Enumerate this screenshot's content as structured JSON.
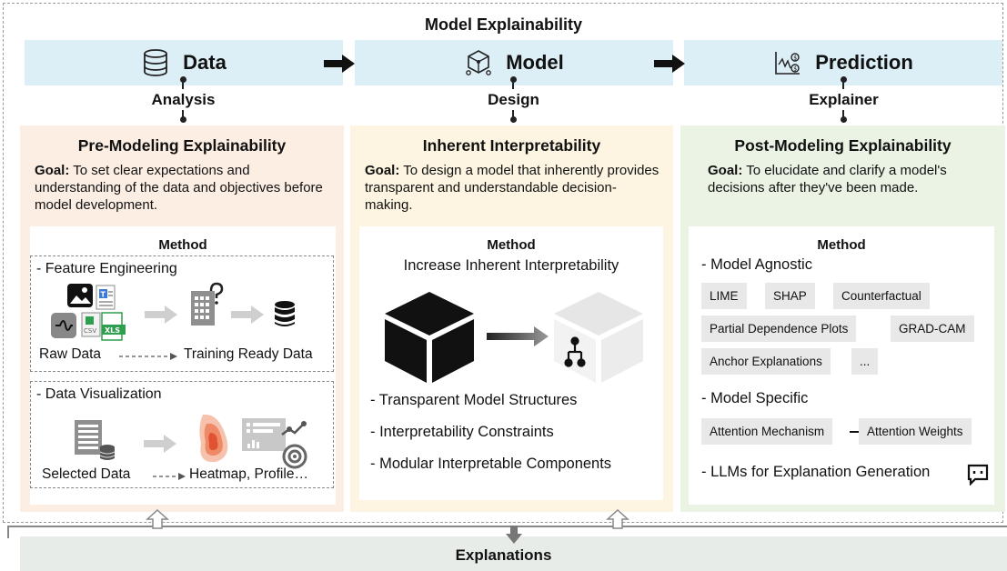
{
  "title": "Model Explainability",
  "stages": [
    {
      "label": "Data",
      "icon": "database-icon",
      "sublabel": "Analysis"
    },
    {
      "label": "Model",
      "icon": "model-network-icon",
      "sublabel": "Design"
    },
    {
      "label": "Prediction",
      "icon": "prediction-chart-icon",
      "sublabel": "Explainer"
    }
  ],
  "panels": [
    {
      "heading": "Pre-Modeling Explainability",
      "goal_label": "Goal:",
      "goal_text": "To set clear expectations and understanding of the data and objectives before model development.",
      "method_title": "Method",
      "feature_engineering": {
        "title": "- Feature Engineering",
        "from": "Raw Data",
        "to": "Training Ready Data",
        "csv": "CSV",
        "xls": "XLS"
      },
      "data_visualization": {
        "title": "- Data Visualization",
        "from": "Selected Data",
        "to": "Heatmap, Profile…"
      }
    },
    {
      "heading": "Inherent Interpretability",
      "goal_label": "Goal:",
      "goal_text": "To design a model that inherently provides transparent and understandable decision-making.",
      "method_title": "Method",
      "subtitle": "Increase Inherent Interpretability",
      "items": [
        "- Transparent Model Structures",
        "- Interpretability Constraints",
        "- Modular Interpretable Components"
      ]
    },
    {
      "heading": "Post-Modeling Explainability",
      "goal_label": "Goal:",
      "goal_text": "To elucidate and clarify a model's decisions after they've been made.",
      "method_title": "Method",
      "agnostic_title": "- Model Agnostic",
      "agnostic_tags": [
        "LIME",
        "SHAP",
        "Counterfactual",
        "Partial Dependence Plots",
        "GRAD-CAM",
        "Anchor Explanations",
        "..."
      ],
      "specific_title": "- Model Specific",
      "specific_tags": [
        "Attention Mechanism",
        "Attention Weights"
      ],
      "llm_title": "- LLMs for Explanation Generation"
    }
  ],
  "bottom": "Explanations",
  "colors": {
    "stage_bar": "#dceef6",
    "panel_pre": "#fdeee3",
    "panel_inherent": "#fdf5e1",
    "panel_post": "#eaf3e4",
    "heatmap": "#e8623c",
    "xls_green": "#2e9e4f"
  }
}
